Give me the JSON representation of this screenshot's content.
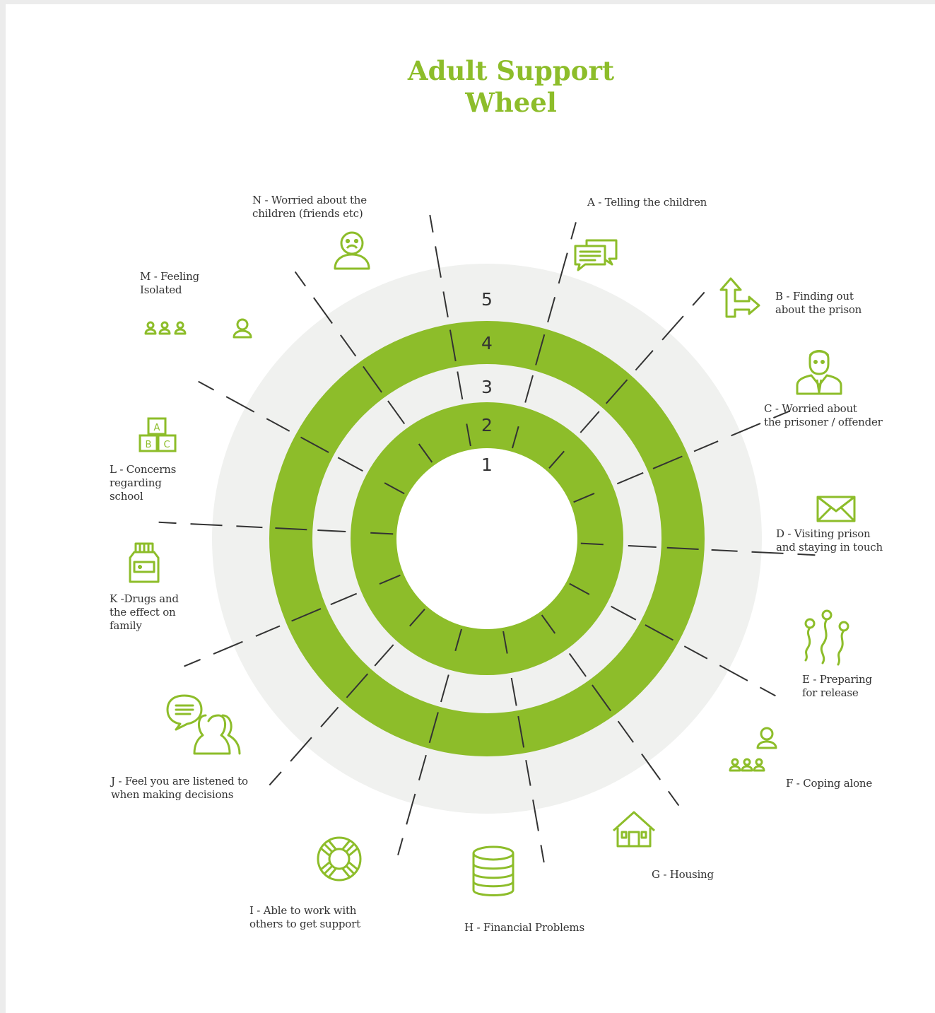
{
  "title": {
    "line1": "Adult Support",
    "line2": "Wheel"
  },
  "colors": {
    "accent": "#8dbd2a",
    "ring_light": "#f0f1ef",
    "divider": "#333333",
    "text": "#333333"
  },
  "rings": [
    "1",
    "2",
    "3",
    "4",
    "5"
  ],
  "segments": [
    {
      "letter": "A",
      "label": "A - Telling the children",
      "icon": "speech-bubbles-icon"
    },
    {
      "letter": "B",
      "label": "B - Finding out\nabout the prison",
      "icon": "direction-arrows-icon"
    },
    {
      "letter": "C",
      "label": "C - Worried about\nthe prisoner / offender",
      "icon": "man-in-suit-icon"
    },
    {
      "letter": "D",
      "label": "D - Visiting prison\nand staying in touch",
      "icon": "envelope-icon"
    },
    {
      "letter": "E",
      "label": "E - Preparing\nfor release",
      "icon": "balloons-icon"
    },
    {
      "letter": "F",
      "label": "F - Coping alone",
      "icon": "person-alone-icon"
    },
    {
      "letter": "G",
      "label": "G - Housing",
      "icon": "house-icon"
    },
    {
      "letter": "H",
      "label": "H - Financial Problems",
      "icon": "coin-stack-icon"
    },
    {
      "letter": "I",
      "label": "I - Able to work with\nothers to get support",
      "icon": "lifebuoy-icon"
    },
    {
      "letter": "J",
      "label": "J -  Feel you are listened to\nwhen making decisions",
      "icon": "people-talking-icon"
    },
    {
      "letter": "K",
      "label": "K -Drugs and\nthe effect on\nfamily",
      "icon": "medicine-bottle-icon"
    },
    {
      "letter": "L",
      "label": "L - Concerns\nregarding\nschool",
      "icon": "abc-blocks-icon",
      "block_letters": [
        "A",
        "B",
        "C"
      ]
    },
    {
      "letter": "M",
      "label": "M - Feeling\nIsolated",
      "icon": "isolated-person-icon"
    },
    {
      "letter": "N",
      "label": "N - Worried about the\nchildren (friends etc)",
      "icon": "worried-face-icon"
    }
  ]
}
